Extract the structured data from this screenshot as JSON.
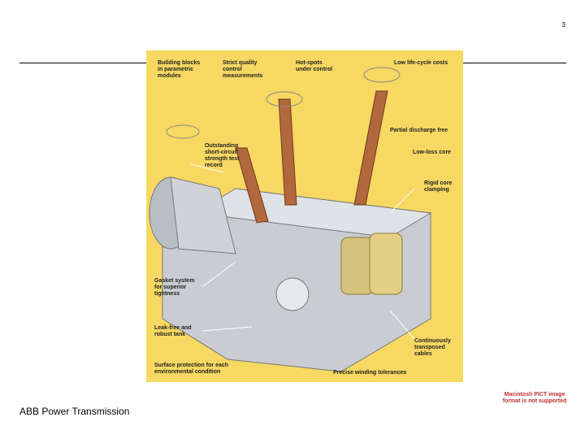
{
  "slide": {
    "page_number": "3",
    "footer": "ABB Power Transmission",
    "pict_note": "Macintosh PICT\nimage format\nis not supported"
  },
  "figure": {
    "callouts": {
      "building_blocks": "Building blocks\nin parametric\nmodules",
      "strict_quality": "Strict quality\ncontrol\nmeasurements",
      "hot_spots": "Hot-spots\nunder control",
      "low_lifecycle": "Low life-cycle costs",
      "partial_discharge": "Partial discharge free",
      "low_loss_core": "Low-loss core",
      "outstanding": "Outstanding\nshort-circuit\nstrength test\nrecord",
      "rigid_core": "Rigid core\nclamping",
      "gasket": "Gasket system\nfor superior\ntightness",
      "leak_free": "Leak-free and\nrobust tank",
      "continuously": "Continuously\ntransposed\ncables",
      "surface": "Surface protection for each\nenvironmental condition",
      "precise": "Precise winding tolerances"
    }
  }
}
